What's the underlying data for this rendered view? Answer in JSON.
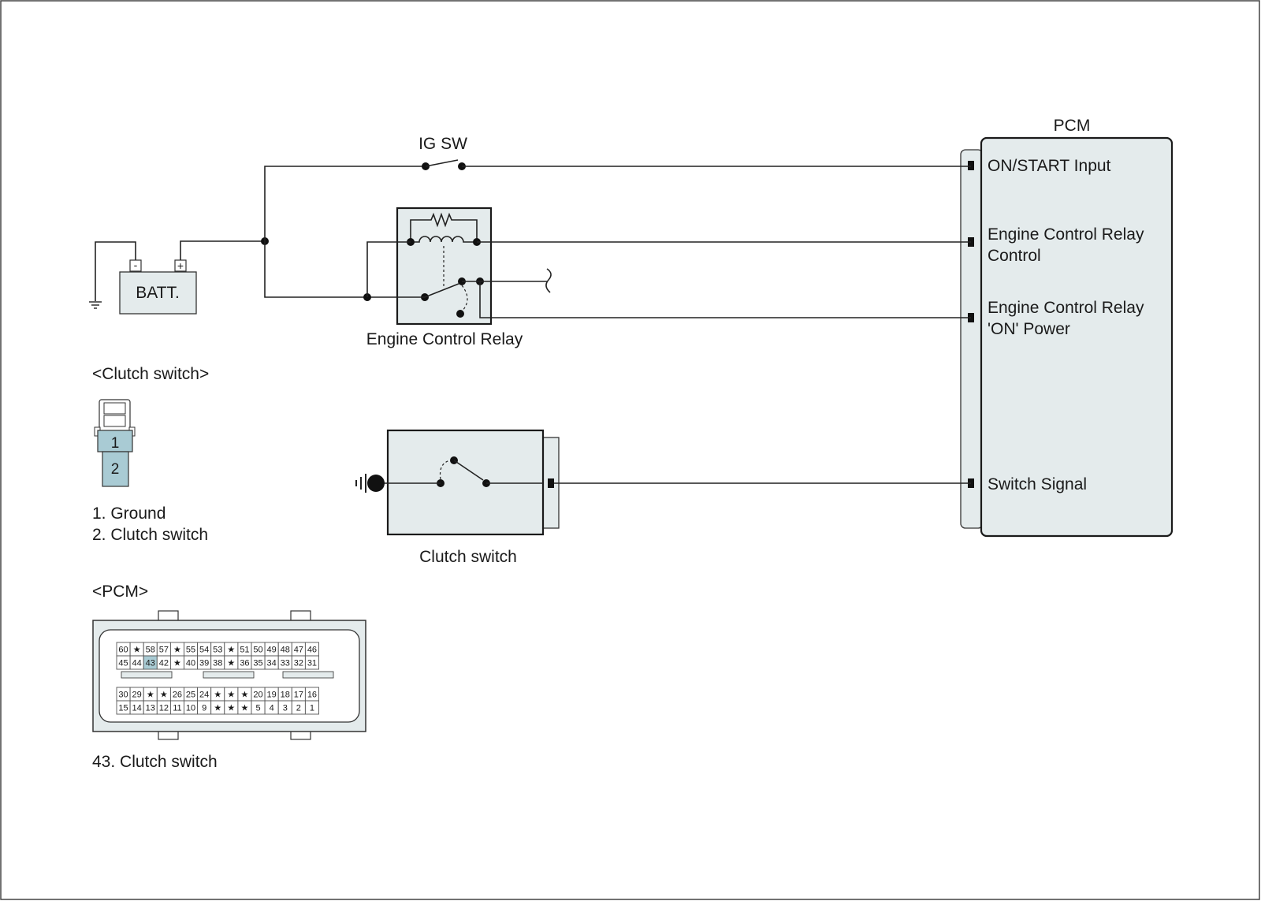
{
  "components": {
    "ig_sw": "IG SW",
    "battery": "BATT.",
    "battery_minus": "-",
    "battery_plus": "+",
    "relay": "Engine Control Relay",
    "clutch_switch": "Clutch switch",
    "pcm": "PCM"
  },
  "pcm_pins": {
    "on_start": "ON/START Input",
    "relay_control_1": "Engine Control Relay",
    "relay_control_2": "Control",
    "relay_on_power_1": "Engine Control Relay",
    "relay_on_power_2": "'ON' Power",
    "switch_signal": "Switch Signal"
  },
  "clutch_connector": {
    "heading": "<Clutch switch>",
    "pins": [
      "1",
      "2"
    ],
    "legend": [
      "1. Ground",
      "2. Clutch switch"
    ]
  },
  "pcm_connector": {
    "heading": "<PCM>",
    "rows": [
      [
        "60",
        "★",
        "58",
        "57",
        "★",
        "55",
        "54",
        "53",
        "★",
        "51",
        "50",
        "49",
        "48",
        "47",
        "46"
      ],
      [
        "45",
        "44",
        "43",
        "42",
        "★",
        "40",
        "39",
        "38",
        "★",
        "36",
        "35",
        "34",
        "33",
        "32",
        "31"
      ],
      [
        "30",
        "29",
        "★",
        "★",
        "26",
        "25",
        "24",
        "★",
        "★",
        "★",
        "20",
        "19",
        "18",
        "17",
        "16"
      ],
      [
        "15",
        "14",
        "13",
        "12",
        "11",
        "10",
        "9",
        "★",
        "★",
        "★",
        "5",
        "4",
        "3",
        "2",
        "1"
      ]
    ],
    "highlight": "43",
    "highlight_color": "#a9cbd4",
    "legend": "43. Clutch switch"
  },
  "colors": {
    "component_fill": "#e4ebec",
    "wire": "#222222"
  }
}
